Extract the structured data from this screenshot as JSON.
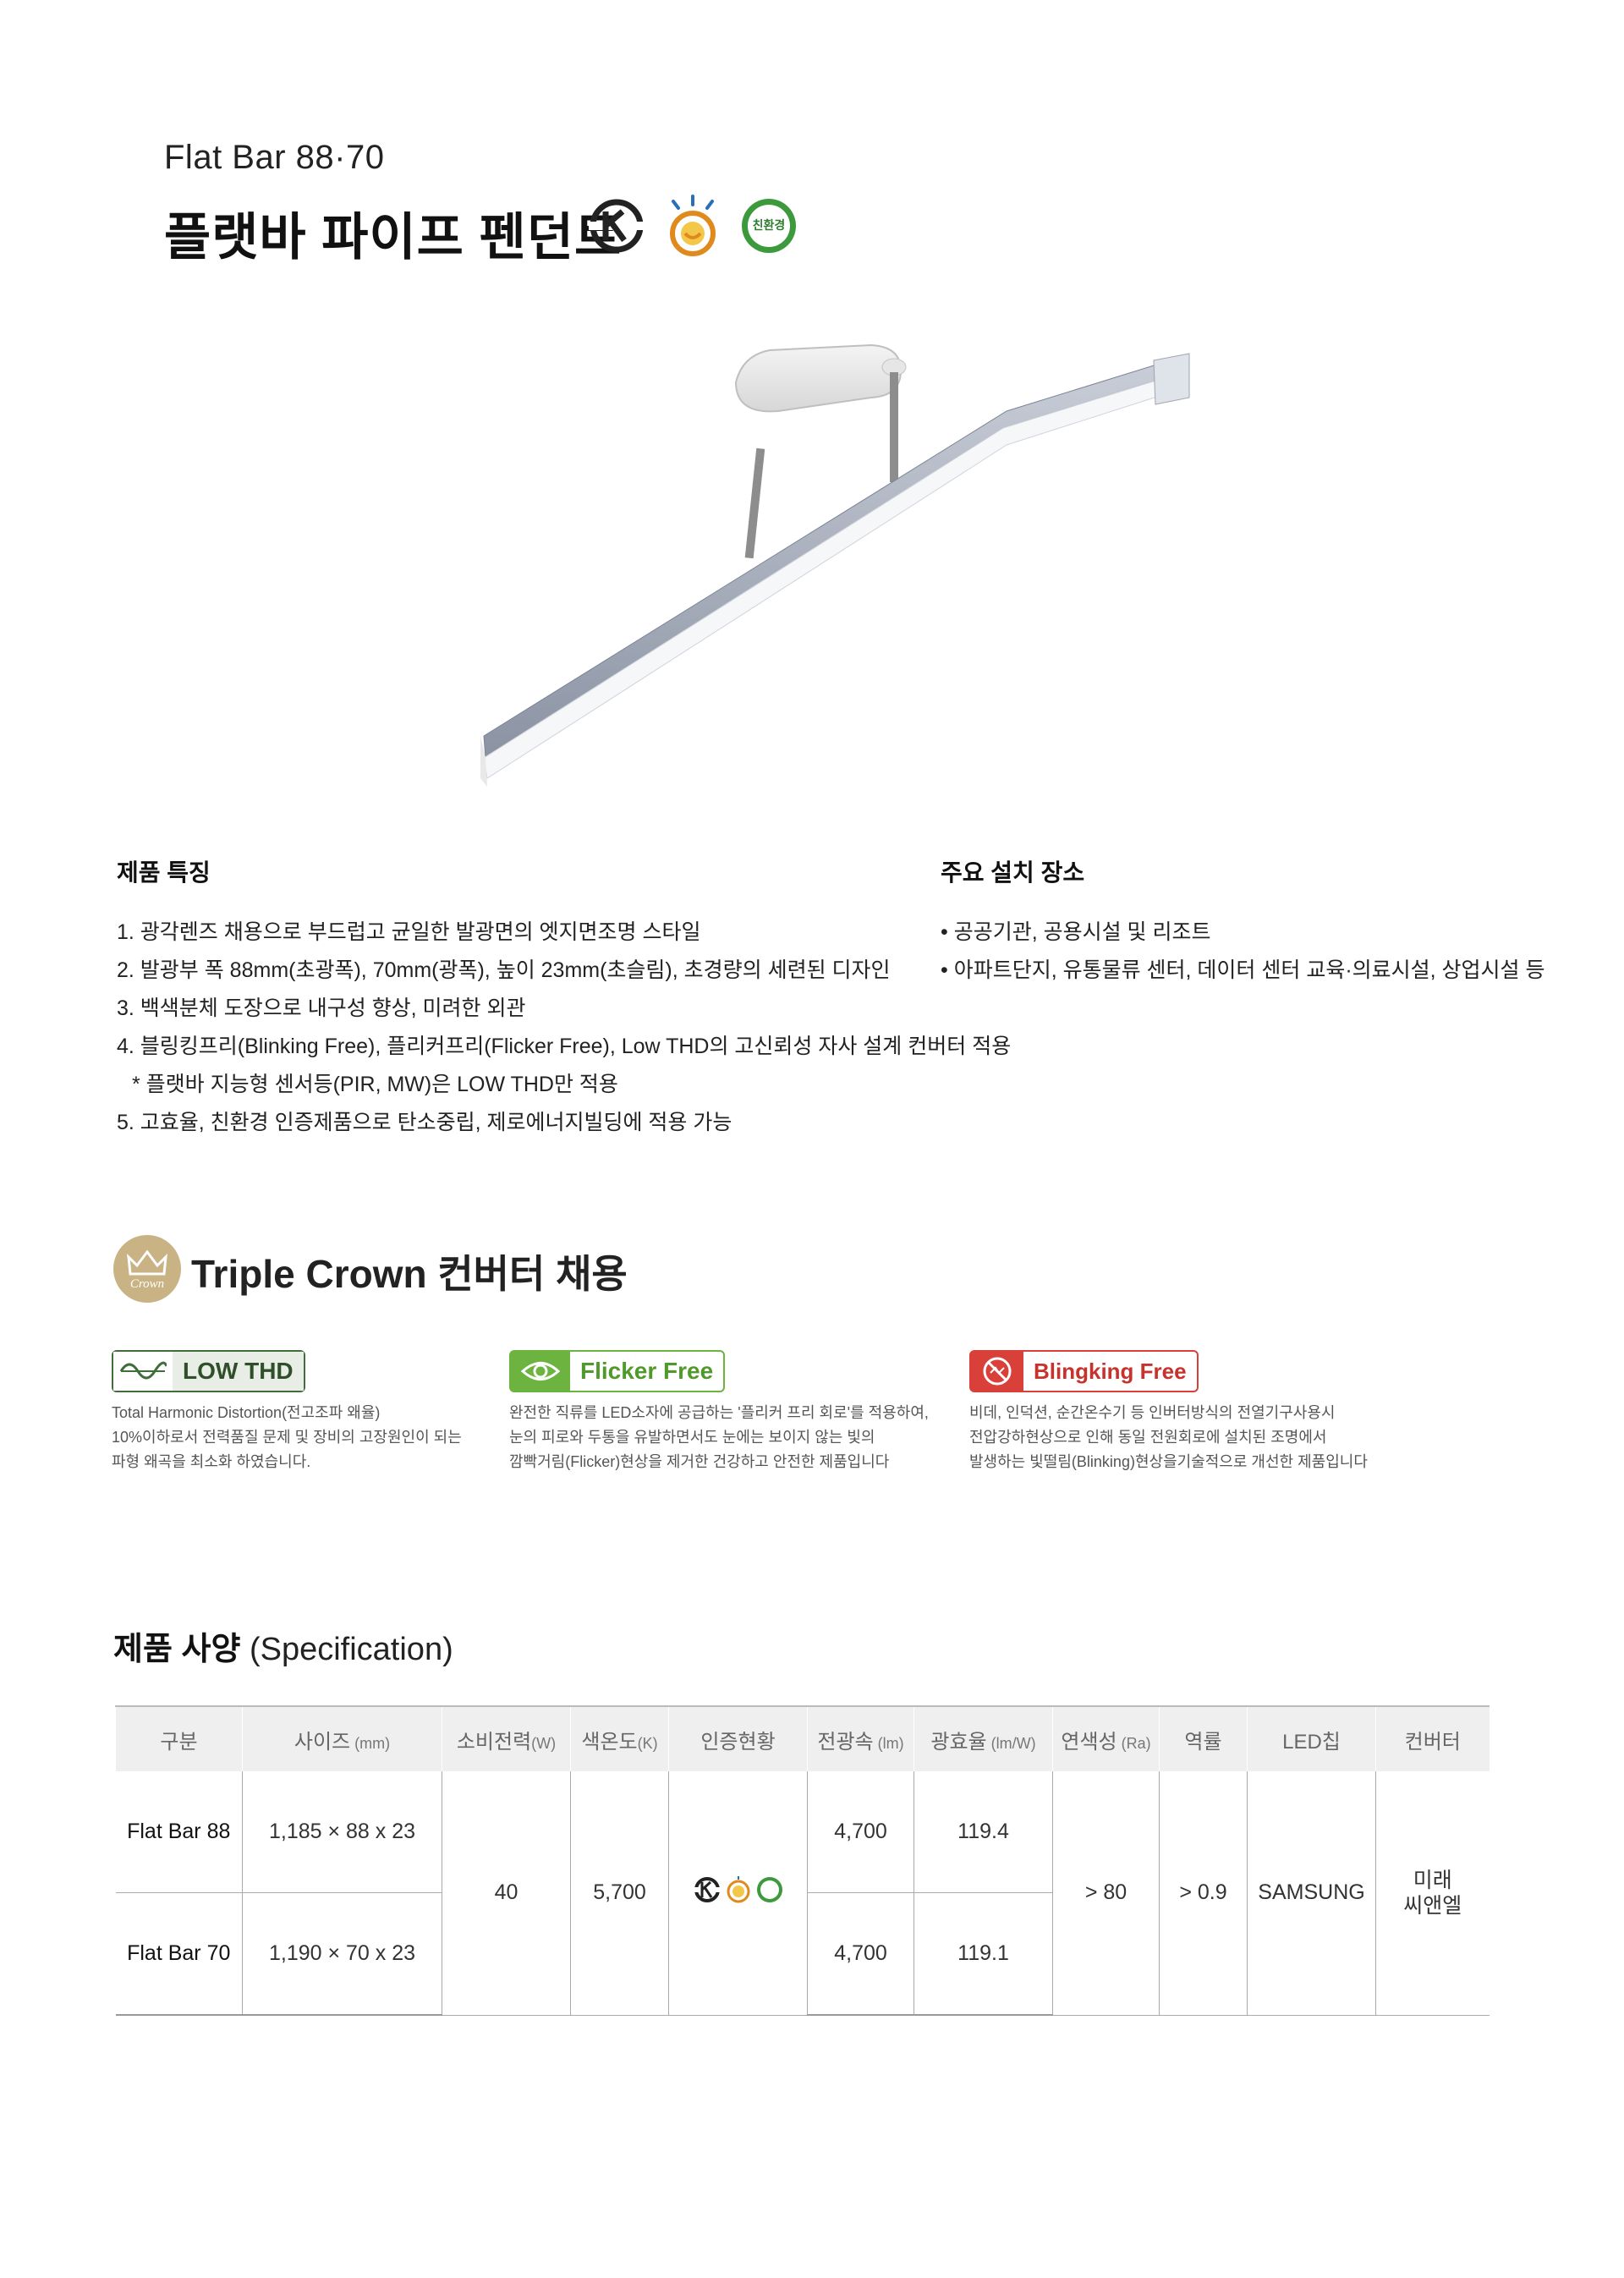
{
  "header": {
    "model": "Flat Bar 88·70",
    "title": "플랫바 파이프 펜던트",
    "cert_badge_text": "친환경"
  },
  "features": {
    "heading": "제품 특징",
    "items": [
      "1. 광각렌즈 채용으로 부드럽고 균일한 발광면의 엣지면조명 스타일",
      "2. 발광부 폭 88mm(초광폭), 70mm(광폭), 높이 23mm(초슬림), 초경량의 세련된 디자인",
      "3. 백색분체 도장으로 내구성 향상, 미려한 외관",
      "4. 블링킹프리(Blinking Free), 플리커프리(Flicker Free), Low THD의 고신뢰성 자사 설계 컨버터 적용",
      "* 플랫바 지능형 센서등(PIR, MW)은 LOW THD만 적용",
      "5. 고효율, 친환경 인증제품으로 탄소중립, 제로에너지빌딩에 적용 가능"
    ]
  },
  "locations": {
    "heading": "주요 설치 장소",
    "items": [
      "• 공공기관, 공용시설 및 리조트",
      "• 아파트단지, 유통물류 센터, 데이터 센터 교육·의료시설, 상업시설 등"
    ]
  },
  "crown": {
    "logo_text": "Crown",
    "title": "Triple Crown 컨버터 채용",
    "badges": [
      {
        "label": "LOW THD",
        "color": "#3f6e3a",
        "icon": "sine-wave-icon",
        "lines": [
          "Total Harmonic Distortion(전고조파 왜율)",
          "10%이하로서 전력품질 문제 및 장비의 고장원인이 되는",
          "파형 왜곡을 최소화 하였습니다."
        ]
      },
      {
        "label": "Flicker Free",
        "color": "#6db33f",
        "icon": "eye-icon",
        "lines": [
          "완전한 직류를 LED소자에 공급하는 '플리커 프리 회로'를 적용하여,",
          "눈의 피로와 두통을 유발하면서도 눈에는 보이지 않는 빛의",
          "깜빡거림(Flicker)현상을 제거한 건강하고 안전한 제품입니다"
        ]
      },
      {
        "label": "Blingking Free",
        "color": "#d9403a",
        "icon": "no-blink-icon",
        "lines": [
          "비데, 인덕션, 순간온수기 등 인버터방식의 전열기구사용시",
          "전압강하현상으로 인해 동일 전원회로에 설치된 조명에서",
          "발생하는 빛떨림(Blinking)현상을기술적으로 개선한 제품입니다"
        ]
      }
    ]
  },
  "spec": {
    "title_bold": "제품 사양",
    "title_rest": " (Specification)",
    "headers": [
      {
        "main": "구분",
        "unit": ""
      },
      {
        "main": "사이즈",
        "unit": " (mm)"
      },
      {
        "main": "소비전력",
        "unit": "(W)"
      },
      {
        "main": "색온도",
        "unit": "(K)"
      },
      {
        "main": "인증현황",
        "unit": ""
      },
      {
        "main": "전광속",
        "unit": " (lm)"
      },
      {
        "main": "광효율",
        "unit": " (lm/W)"
      },
      {
        "main": "연색성",
        "unit": " (Ra)"
      },
      {
        "main": "역률",
        "unit": ""
      },
      {
        "main": "LED칩",
        "unit": ""
      },
      {
        "main": "컨버터",
        "unit": ""
      }
    ],
    "rows": [
      {
        "name": "Flat Bar 88",
        "size": "1,185 × 88 x 23",
        "lumen": "4,700",
        "efficacy": "119.4"
      },
      {
        "name": "Flat Bar 70",
        "size": "1,190 × 70 x 23",
        "lumen": "4,700",
        "efficacy": "119.1"
      }
    ],
    "shared": {
      "power": "40",
      "cct": "5,700",
      "cri": "> 80",
      "pf": "> 0.9",
      "chip": "SAMSUNG",
      "converter": "미래\n씨앤엘"
    }
  }
}
